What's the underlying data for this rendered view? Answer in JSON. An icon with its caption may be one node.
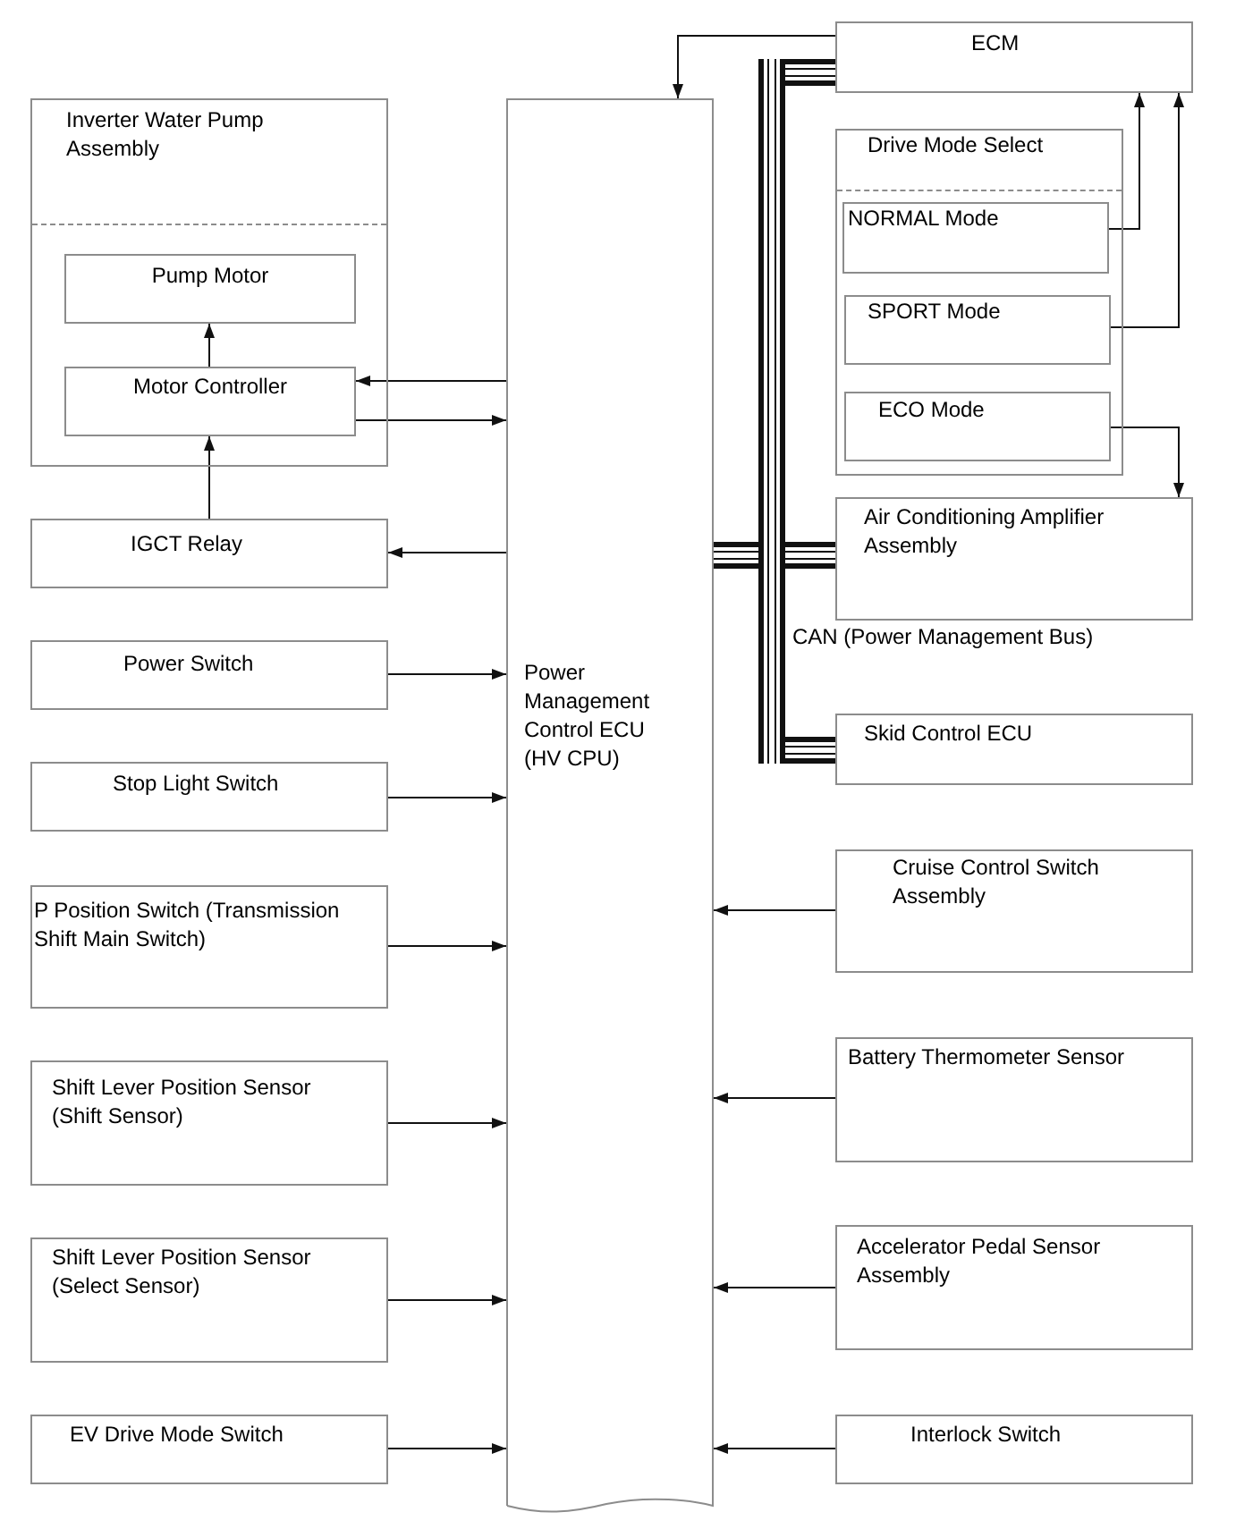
{
  "diagram": {
    "nodes": [
      {
        "text": [
          "Inverter Water Pump Assembly"
        ]
      },
      {
        "text": [
          "Pump Motor"
        ],
        "in": 0
      },
      {
        "text": [
          "Motor Controller"
        ],
        "in": 0
      },
      {
        "text": [
          "IGCT Relay"
        ]
      },
      {
        "text": [
          "Power Switch"
        ]
      },
      {
        "text": [
          "Stop Light Switch"
        ]
      },
      {
        "text": [
          "P Position Switch (Transmission Shift Main Switch)"
        ]
      },
      {
        "text": [
          "Shift Lever Position Sensor (Shift Sensor)"
        ]
      },
      {
        "text": [
          "Shift Lever Position Sensor (Select Sensor)"
        ]
      },
      {
        "text": [
          "EV Drive Mode Switch"
        ]
      },
      {
        "text": [
          "Power Management Control ECU (HV CPU)"
        ]
      },
      {
        "text": [
          "ECM"
        ]
      },
      {
        "text": [
          "Drive Mode Select"
        ]
      },
      {
        "text": [
          "NORMAL Mode"
        ],
        "in": 12
      },
      {
        "text": [
          "SPORT Mode"
        ],
        "in": 12
      },
      {
        "text": [
          "ECO Mode"
        ],
        "in": 12
      },
      {
        "text": [
          "Air Conditioning Amplifier Assembly"
        ]
      },
      {
        "text": [
          "Skid Control ECU"
        ]
      },
      {
        "text": [
          "Cruise Control Switch Assembly"
        ]
      },
      {
        "text": [
          "Battery Thermometer Sensor"
        ]
      },
      {
        "text": [
          "Accelerator Pedal Sensor Assembly"
        ]
      },
      {
        "text": [
          "Interlock Switch"
        ]
      },
      {
        "text": [],
        "shape": "bar",
        "beside": [
          "CAN (Power Management Bus)"
        ]
      }
    ],
    "edges": [
      {
        "from": 11,
        "to": 10,
        "arrow": "to"
      },
      {
        "from": 10,
        "to": 2,
        "arrow": "to"
      },
      {
        "from": 2,
        "to": 10,
        "arrow": "to"
      },
      {
        "from": 2,
        "to": 1,
        "arrow": "to"
      },
      {
        "from": 3,
        "to": 2,
        "arrow": "to"
      },
      {
        "from": 10,
        "to": 3,
        "arrow": "to"
      },
      {
        "from": 4,
        "to": 10,
        "arrow": "to"
      },
      {
        "from": 5,
        "to": 10,
        "arrow": "to"
      },
      {
        "from": 6,
        "to": 10,
        "arrow": "to"
      },
      {
        "from": 7,
        "to": 10,
        "arrow": "to"
      },
      {
        "from": 8,
        "to": 10,
        "arrow": "to"
      },
      {
        "from": 9,
        "to": 10,
        "arrow": "to"
      },
      {
        "from": 13,
        "to": 11,
        "arrow": "to"
      },
      {
        "from": 14,
        "to": 11,
        "arrow": "to"
      },
      {
        "from": 15,
        "to": 16,
        "arrow": "to"
      },
      {
        "from": 18,
        "to": 10,
        "arrow": "to"
      },
      {
        "from": 19,
        "to": 10,
        "arrow": "to"
      },
      {
        "from": 20,
        "to": 10,
        "arrow": "to"
      },
      {
        "from": 21,
        "to": 10,
        "arrow": "to"
      },
      {
        "from": 10,
        "to": 22,
        "arrow": "none",
        "style": "thick"
      },
      {
        "from": 22,
        "to": 11,
        "arrow": "none",
        "style": "thick"
      },
      {
        "from": 22,
        "to": 16,
        "arrow": "none",
        "style": "thick"
      },
      {
        "from": 22,
        "to": 17,
        "arrow": "none",
        "style": "thick"
      }
    ]
  }
}
